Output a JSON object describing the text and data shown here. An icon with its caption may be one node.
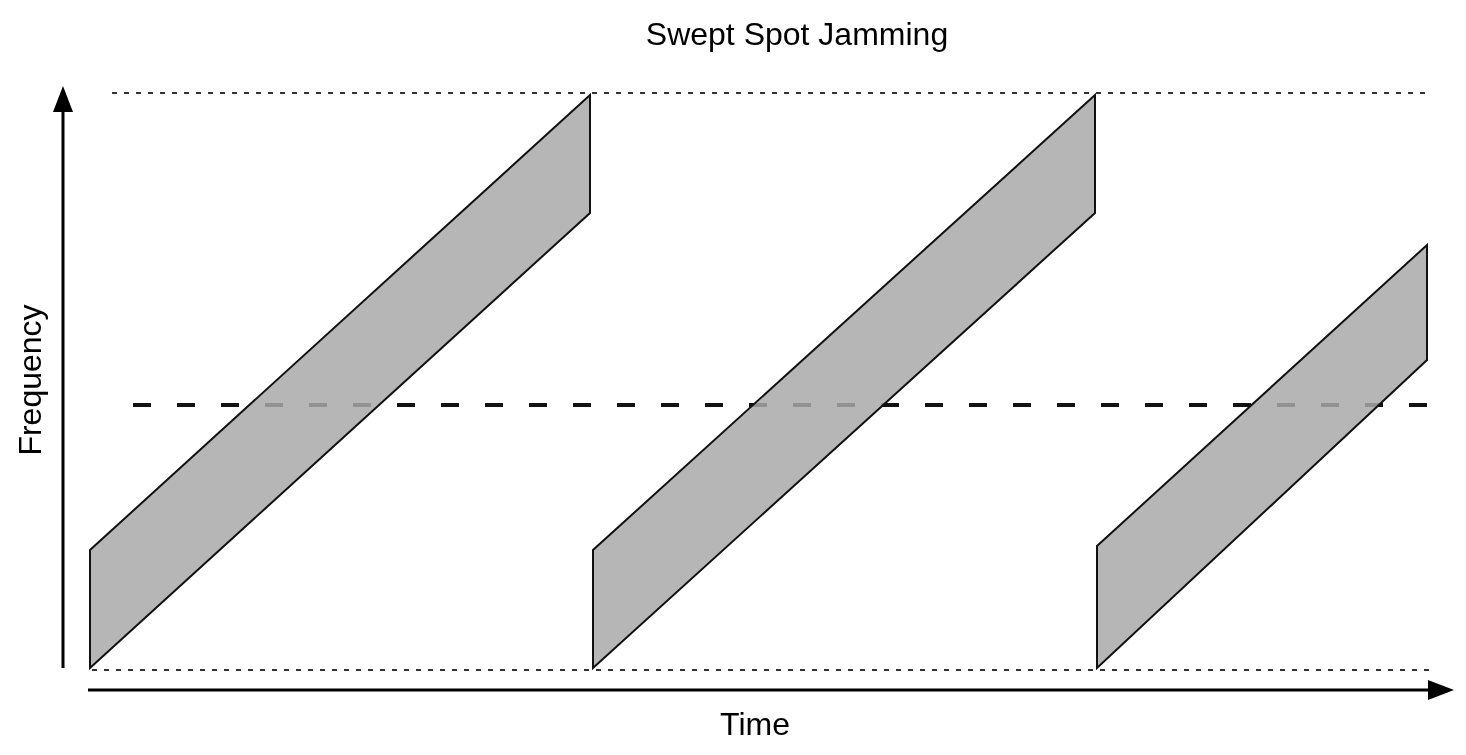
{
  "diagram": {
    "title": "Swept Spot Jamming",
    "labels": [
      "Frequency",
      "Time"
    ]
  }
}
